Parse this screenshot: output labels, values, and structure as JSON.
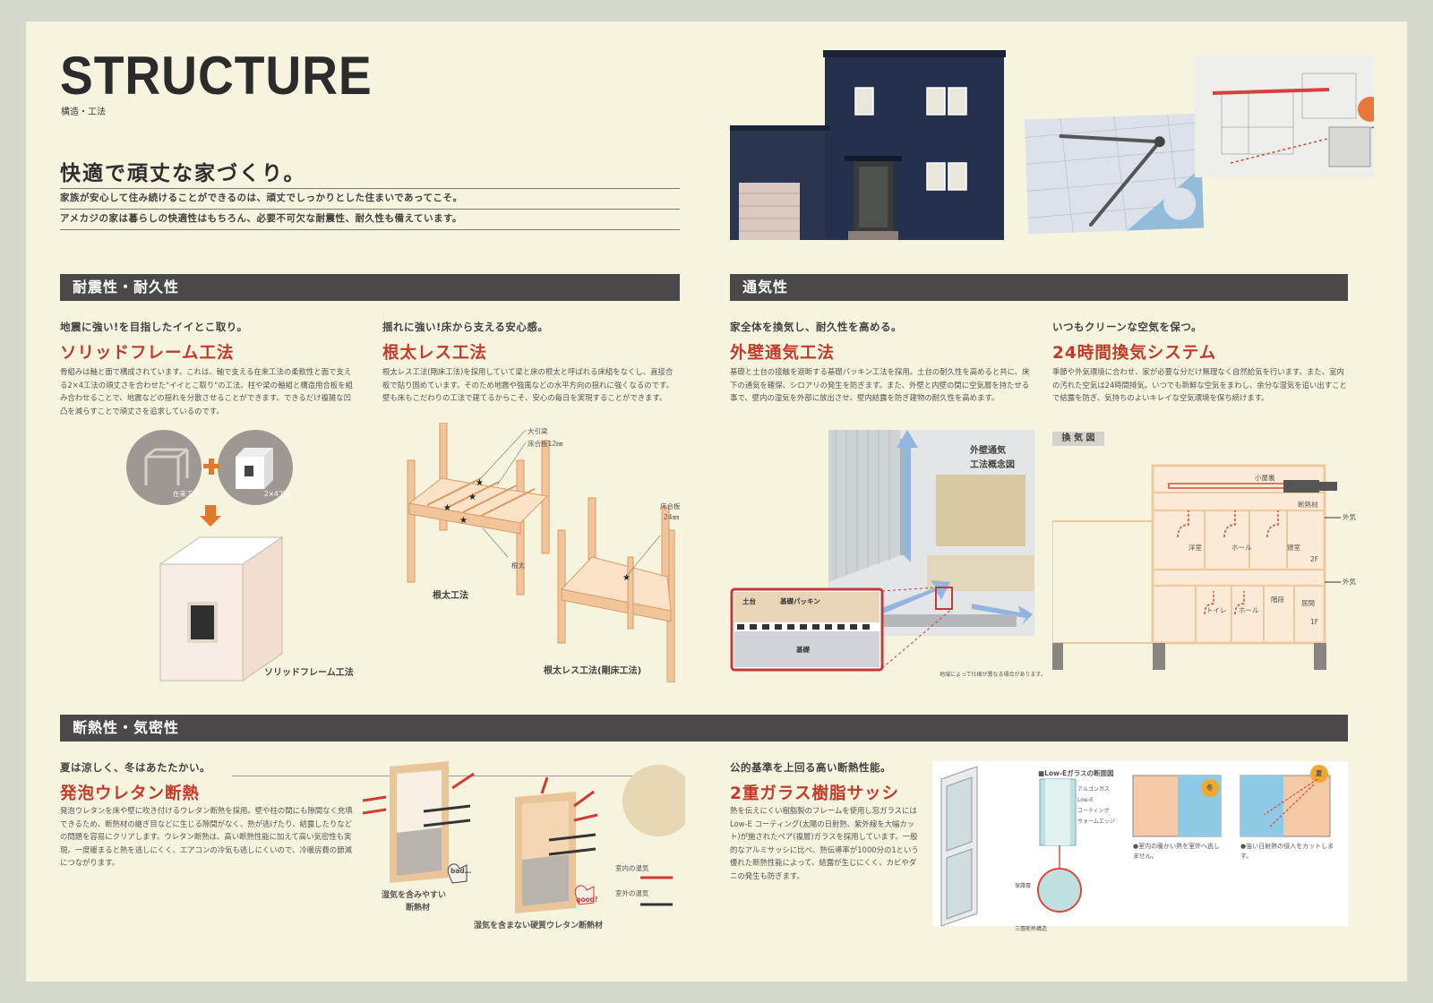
{
  "header": {
    "title": "STRUCTURE",
    "subtitle": "構造・工法",
    "headline": "快適で頑丈な家づくり。",
    "lead_lines": [
      "家族が安心して住み続けることができるのは、頑丈でしっかりとした住まいであってこそ。",
      "アメカジの家は暮らしの快適性はもちろん、必要不可欠な耐震性、耐久性も備えています。"
    ]
  },
  "sections": {
    "seismic": {
      "heading": "耐震性・耐久性",
      "left": {
        "kicker": "地震に強い!を目指したイイとこ取り。",
        "method": "ソリッドフレーム工法",
        "body": "骨組みは軸と面で構成されています。これは、軸で支える在来工法の柔軟性と面で支える2×4工法の頑丈さを合わせた\"イイとこ取り\"の工法。柱や梁の軸組と構造用合板を組み合わせることで、地震などの揺れを分散させることができます。できるだけ複雑な凹凸を減らすことで頑丈さを追求しているのです。",
        "fig_conventional": "在来工法",
        "fig_2x4": "2×4工法",
        "fig_caption": "ソリッドフレーム工法"
      },
      "right": {
        "kicker": "揺れに強い!床から支える安心感。",
        "method": "根太レス工法",
        "body": "根太レス工法(剛床工法)を採用していて梁と床の根太と呼ばれる床組をなくし、直接合板で貼り固めています。そのため地震や強風などの水平方向の揺れに強くなるのです。壁も床もこだわりの工法で建てるからこそ、安心の毎日を実現することができます。",
        "label_beam": "大引梁",
        "label_board12": "床合板12㎜",
        "label_joist": "根太",
        "label_board24": "床合板",
        "label_board24b": "24㎜",
        "caption_joist": "根太工法",
        "caption_joistless": "根太レス工法(剛床工法)"
      }
    },
    "ventilation": {
      "heading": "通気性",
      "left": {
        "kicker": "家全体を換気し、耐久性を高める。",
        "method": "外壁通気工法",
        "body": "基礎と土台の接触を遮断する基礎パッキン工法を採用。土台の耐久性を高めると共に、床下の通気を確保、シロアリの発生を防ぎます。また、外壁と内壁の間に空気層を持たせる事で、壁内の湿気を外部に放出させ、壁内結露を防ぎ建物の耐久性を高めます。",
        "diagram_title_1": "外壁通気",
        "diagram_title_2": "工法概念図",
        "label_dodai": "土台",
        "label_packing": "基礎パッキン",
        "label_kiso": "基礎",
        "note": "地域によって仕様が異なる場合があります。"
      },
      "right": {
        "kicker": "いつもクリーンな空気を保つ。",
        "method": "24時間換気システム",
        "body": "季節や外気環境に合わせ、家が必要な分だけ無理なく自然給気を行います。また、室内の汚れた空気は24時間排気。いつでも新鮮な空気をまわし、余分な湿気を追い出すことで結露を防ぎ、気持ちのよいキレイな空気環境を保ち続けます。",
        "tag": "換 気 図",
        "labels": {
          "attic": "小屋裏",
          "insulation": "断熱材",
          "outside1": "外気",
          "outside2": "外気",
          "western": "洋室",
          "hall": "ホール",
          "bedroom": "寝室",
          "floor2": "2F",
          "toilet": "トイレ",
          "hall1": "ホール",
          "stairs": "階段",
          "living": "居間",
          "floor1": "1F"
        }
      }
    },
    "insulation": {
      "heading": "断熱性・気密性",
      "left": {
        "kicker": "夏は涼しく、冬はあたたかい。",
        "method": "発泡ウレタン断熱",
        "body": "発泡ウレタンを床や壁に吹き付けるウレタン断熱を採用。壁や柱の間にも隙間なく充填できるため、断熱材の継ぎ目などに生じる隙間がなく、熱が逃げたり、結露したりなどの問題を容易にクリアします。ウレタン断熱は、高い断熱性能に加えて高い気密性も実現。一度暖まると熱を逃しにくく、エアコンの冷気も逃しにくいので、冷暖房費の節減につながります。",
        "bad": "bad…",
        "good": "good!",
        "cap_bad_1": "湿気を含みやすい",
        "cap_bad_2": "断熱材",
        "cap_good": "湿気を含まない硬質ウレタン断熱材",
        "legend_in": "室内の温気",
        "legend_out": "室外の温気"
      },
      "right": {
        "kicker": "公的基準を上回る高い断熱性能。",
        "method": "2重ガラス樹脂サッシ",
        "body": "熱を伝えにくい樹脂製のフレームを使用し窓ガラスにはLow-E コーティング(太陽の日射熱、紫外線を大幅カット)が施されたペア(複層)ガラスを採用しています。一般的なアルミサッシに比べ、熱伝導率が1000分の1という優れた断熱性能によって、結露が生じにくく、カビやダニの発生も防ぎます。",
        "glass_title": "■Low-Eガラスの断面図",
        "glass_l1": "アルゴンガス",
        "glass_l2": "Low-E",
        "glass_l3": "コーティング",
        "glass_l4": "ウォームエッジ",
        "glass_l5": "保護層",
        "glass_l6": "三層断熱構造",
        "winter_badge": "冬",
        "summer_badge": "夏",
        "winter_notes": "●室内の暖かい熱を室外へ逃しません。",
        "summer_notes": "●強い日射熱の侵入をカットします。"
      }
    }
  }
}
